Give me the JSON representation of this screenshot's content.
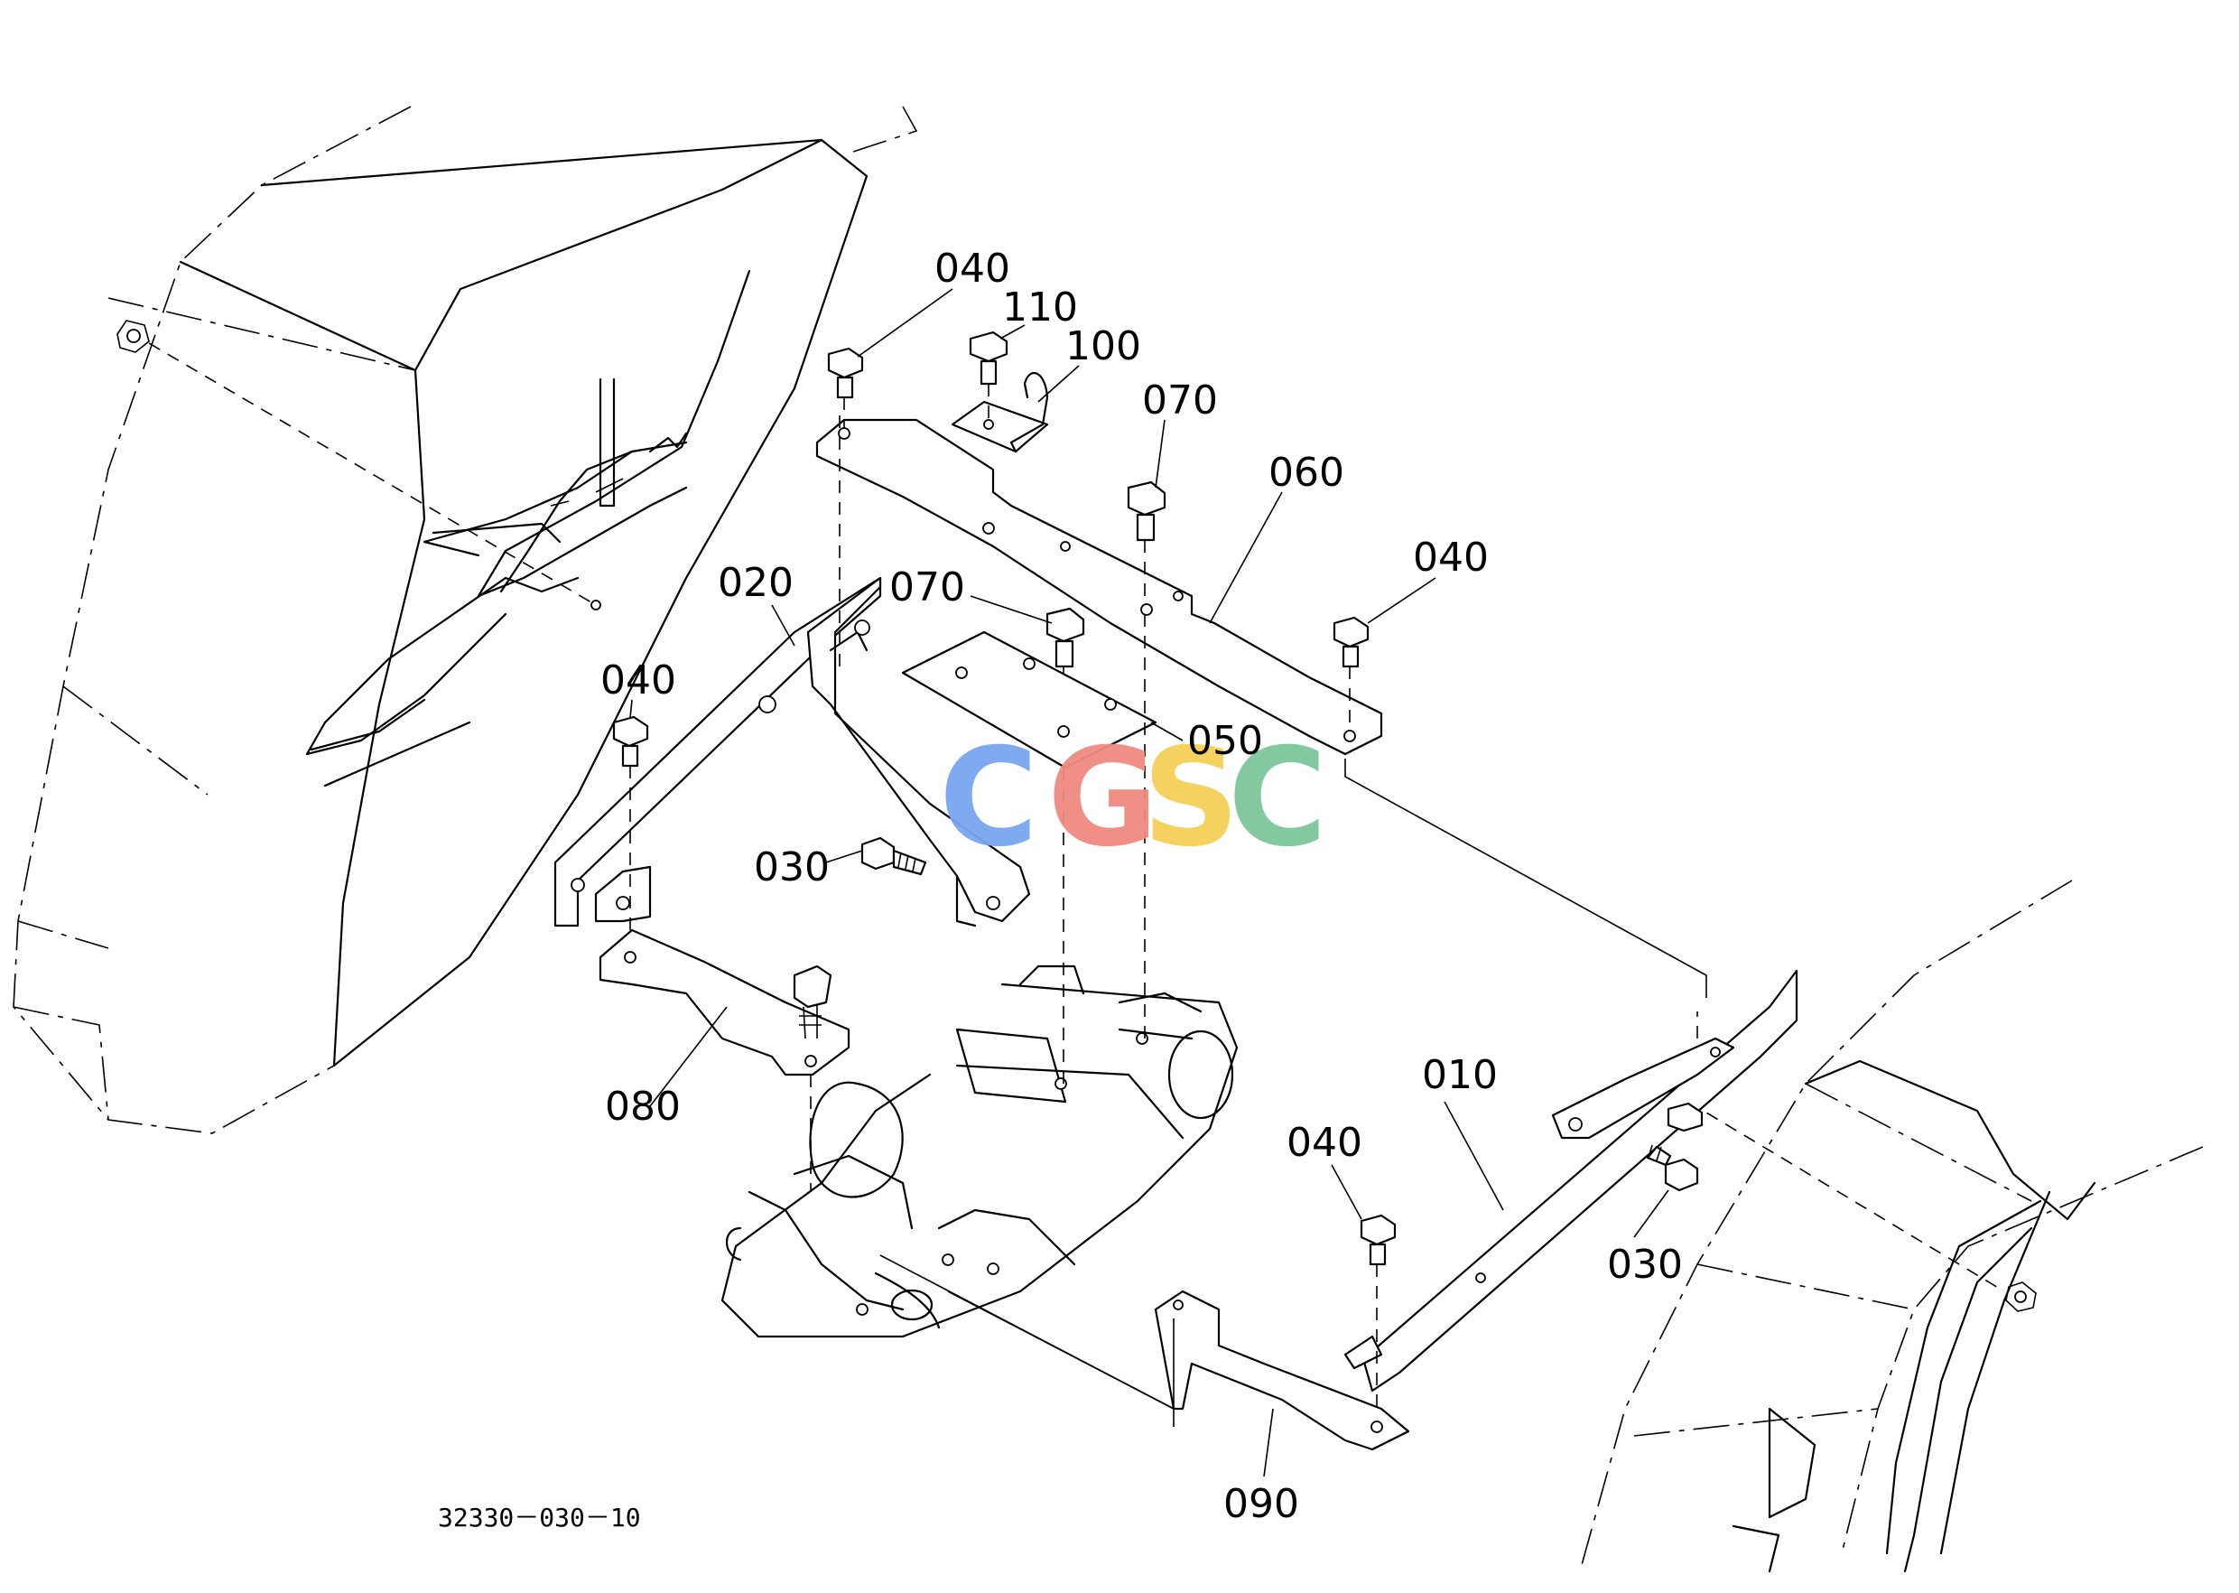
{
  "drawing_number": "32330－030－10",
  "watermark": {
    "letters": [
      "C",
      "G",
      "S",
      "C"
    ],
    "colors": [
      "#7aa6f0",
      "#f08a80",
      "#f5cf57",
      "#7cc79b"
    ]
  },
  "callouts": [
    {
      "id": "040a",
      "label": "040"
    },
    {
      "id": "110",
      "label": "110"
    },
    {
      "id": "100",
      "label": "100"
    },
    {
      "id": "070a",
      "label": "070"
    },
    {
      "id": "060",
      "label": "060"
    },
    {
      "id": "040b",
      "label": "040"
    },
    {
      "id": "020",
      "label": "020"
    },
    {
      "id": "070b",
      "label": "070"
    },
    {
      "id": "040c",
      "label": "040"
    },
    {
      "id": "050",
      "label": "050"
    },
    {
      "id": "030a",
      "label": "030"
    },
    {
      "id": "080",
      "label": "080"
    },
    {
      "id": "010",
      "label": "010"
    },
    {
      "id": "040d",
      "label": "040"
    },
    {
      "id": "030b",
      "label": "030"
    },
    {
      "id": "090",
      "label": "090"
    }
  ]
}
